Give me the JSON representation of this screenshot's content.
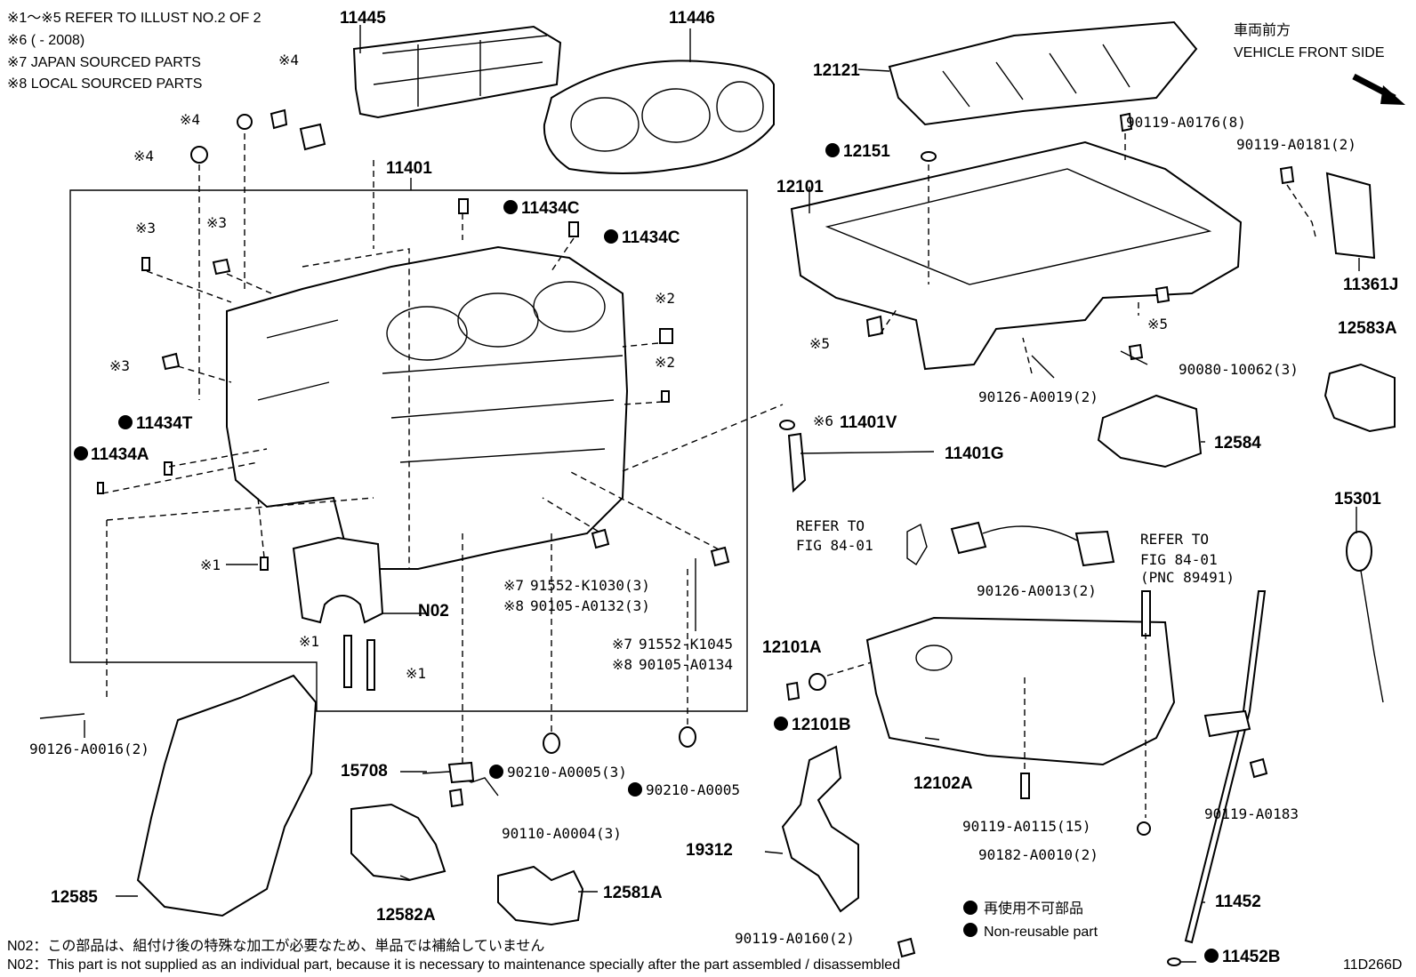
{
  "notes": {
    "n1": "※1～※5 REFER TO ILLUST NO.2 OF 2",
    "n2": "※6 (          - 2008)",
    "n3": "※7 JAPAN SOURCED PARTS",
    "n4": "※8 LOCAL SOURCED PARTS"
  },
  "direction": {
    "jp": "車両前方",
    "en": "VEHICLE FRONT SIDE"
  },
  "parts": {
    "p11445": "11445",
    "p11446": "11446",
    "p11401": "11401",
    "p11434c_1": "11434C",
    "p11434c_2": "11434C",
    "p11434t": "11434T",
    "p11434a": "11434A",
    "pN02": "N02",
    "p12121": "12121",
    "p12151": "12151",
    "p12101": "12101",
    "p11361j": "11361J",
    "p12583a": "12583A",
    "p12584": "12584",
    "p15301": "15301",
    "p11401v": "11401V",
    "p11401g": "11401G",
    "p12101a": "12101A",
    "p12101b": "12101B",
    "p12102a": "12102A",
    "p15708": "15708",
    "p19312": "19312",
    "p12585": "12585",
    "p12582a": "12582A",
    "p12581a": "12581A",
    "p11452": "11452",
    "p11452b": "11452B",
    "b90119_0176": "90119-A0176(8)",
    "b90119_0181": "90119-A0181(2)",
    "b90126_0019": "90126-A0019(2)",
    "b90080_10062": "90080-10062(3)",
    "b90126_0013": "90126-A0013(2)",
    "b90126_0016": "90126-A0016(2)",
    "b91552_k1030": "91552-K1030(3)",
    "b90105_0132": "90105-A0132(3)",
    "b91552_k1045": "91552-K1045",
    "b90105_0134": "90105-A0134",
    "b90210_0005_3": "90210-A0005(3)",
    "b90210_0005": "90210-A0005",
    "b90110_0004": "90110-A0004(3)",
    "b90119_0115": "90119-A0115(15)",
    "b90182_0010": "90182-A0010(2)",
    "b90119_0183": "90119-A0183",
    "b90119_0160": "90119-A0160(2)"
  },
  "marks": {
    "m1": "※1",
    "m2": "※2",
    "m3": "※3",
    "m4": "※4",
    "m5": "※5",
    "m6": "※6",
    "m7": "※7",
    "m8": "※8"
  },
  "refer": {
    "refer_left": "REFER TO",
    "fig_left": "FIG 84-01",
    "refer_right": "REFER TO",
    "fig_right": "FIG 84-01",
    "pnc_right": "(PNC 89491)"
  },
  "legend": {
    "jp": "再使用不可部品",
    "en": "Non-reusable part"
  },
  "footnotes": {
    "jp": "N02：この部品は、組付け後の特殊な加工が必要なため、単品では補給していません",
    "en": "N02：This part is not supplied as an individual part, because it is necessary to maintenance specially after the part assembled / disassembled"
  },
  "diagram_id": "11D266D"
}
